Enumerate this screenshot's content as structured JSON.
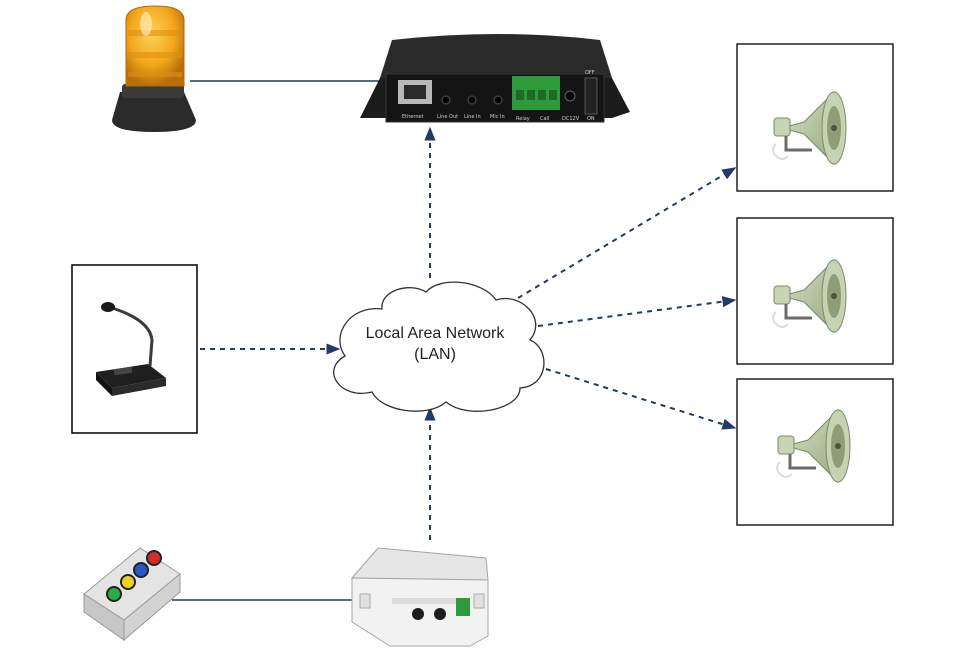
{
  "network": {
    "label_line1": "Local Area Network",
    "label_line2": "(LAN)"
  },
  "devices": {
    "beacon": {
      "icon": "strobe-beacon-icon"
    },
    "audio_gateway": {
      "icon": "audio-gateway-icon",
      "ports": [
        "Ethernet",
        "Line Out",
        "Line In",
        "Mic In",
        "Relay",
        "Call",
        "DC12V"
      ],
      "switch_labels": [
        "OFF",
        "ON"
      ]
    },
    "paging_console": {
      "icon": "paging-microphone-icon"
    },
    "speakers": [
      {
        "icon": "horn-speaker-icon"
      },
      {
        "icon": "horn-speaker-icon"
      },
      {
        "icon": "horn-speaker-icon"
      }
    ],
    "button_panel": {
      "icon": "push-button-station-icon"
    },
    "io_box": {
      "icon": "io-enclosure-icon"
    }
  },
  "colors": {
    "arrow": "#1f3b66",
    "link": "#1f3b66",
    "frame": "#111111",
    "beacon": "#f2a61c",
    "horn": "#b9c6a4"
  }
}
